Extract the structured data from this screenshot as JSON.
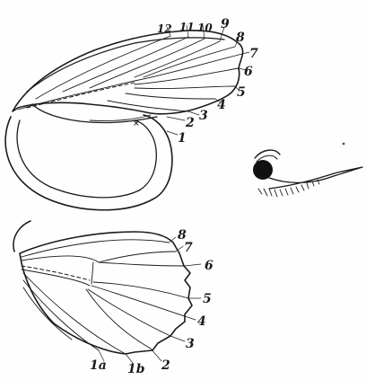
{
  "forewing": {
    "vein_labels": [
      "12",
      "11",
      "10",
      "9",
      "8",
      "7",
      "6",
      "5",
      "4",
      "3",
      "2",
      "1"
    ]
  },
  "hindwing": {
    "vein_labels": [
      "8",
      "7",
      "6",
      "5",
      "4",
      "3",
      "2",
      "1b",
      "1a"
    ]
  },
  "colors": {
    "ink": "#1a1a1a",
    "paper": "#fefefe"
  }
}
